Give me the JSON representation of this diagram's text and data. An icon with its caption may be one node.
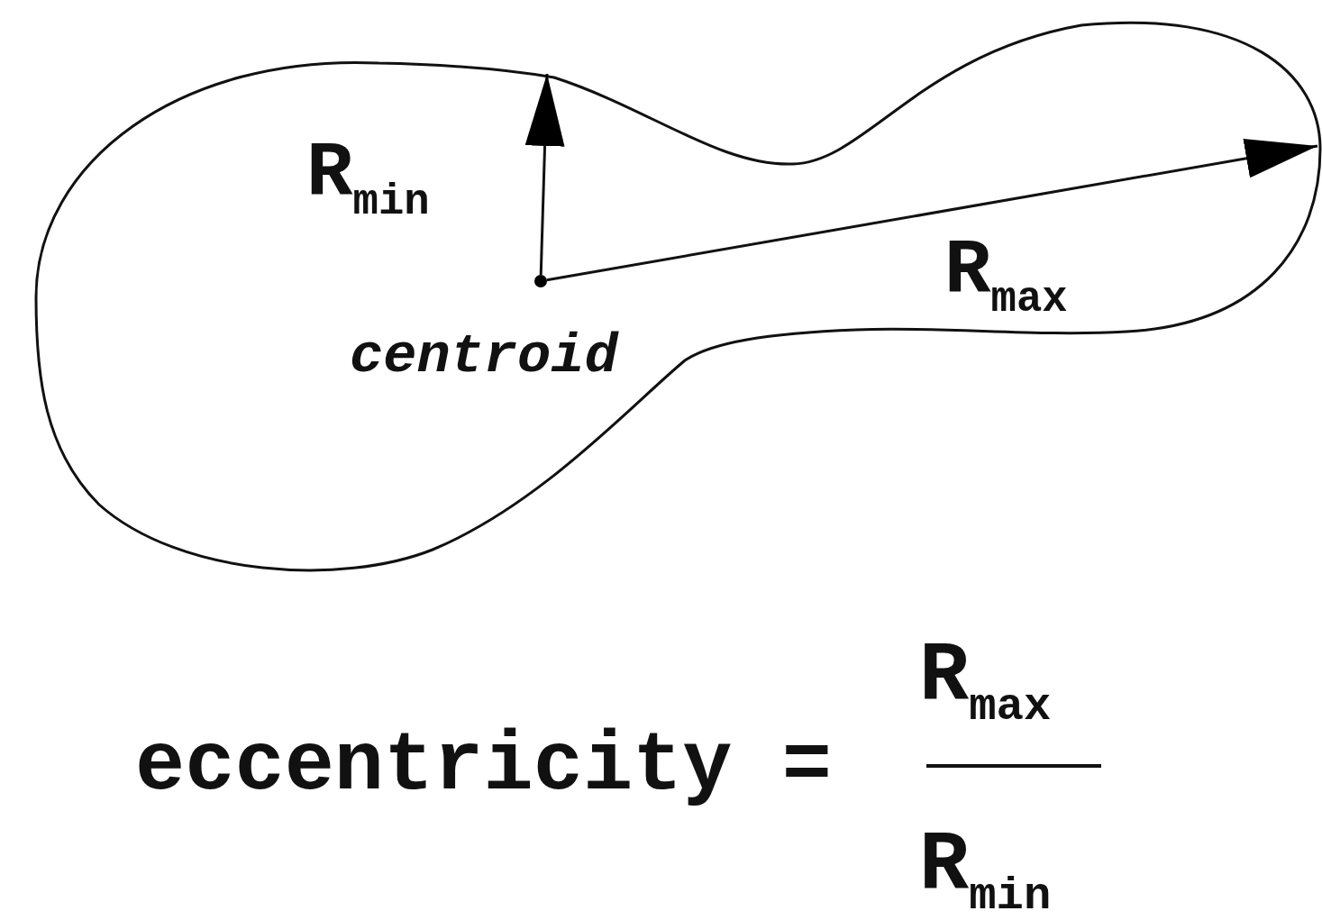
{
  "diagram": {
    "nodes": [
      {
        "text": [],
        "shape": "blob"
      },
      {
        "text": [],
        "shape": "circle",
        "in": 0,
        "beside": [
          "centroid"
        ]
      }
    ],
    "edges": [
      {
        "from": 1,
        "to": 0,
        "arrow": "to",
        "label": "R$_{min}$"
      },
      {
        "from": 1,
        "to": 0,
        "arrow": "to",
        "label": "R$_{max}$"
      }
    ],
    "labels": [
      "eccentricity =",
      "R$_{max}$",
      "R$_{min}$"
    ]
  }
}
